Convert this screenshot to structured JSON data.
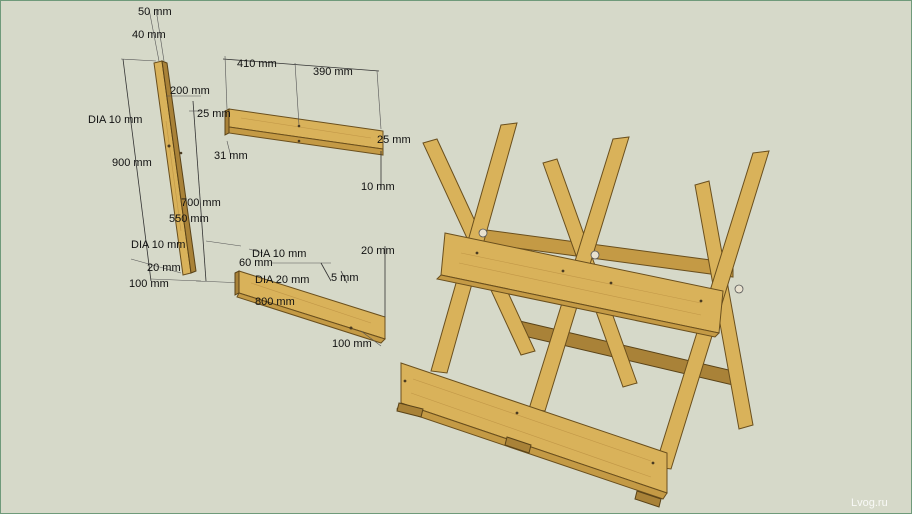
{
  "labels": {
    "d50": "50 mm",
    "d40": "40 mm",
    "d200": "200 mm",
    "d25a": "25 mm",
    "dia10a": "DIA 10 mm",
    "d900": "900 mm",
    "d700": "700 mm",
    "d550": "550 mm",
    "dia10b": "DIA 10 mm",
    "d20a": "20 mm",
    "d100a": "100 mm",
    "d410": "410 mm",
    "d390": "390 mm",
    "d31": "31 mm",
    "d25b": "25 mm",
    "d10": "10 mm",
    "dia10c": "DIA 10 mm",
    "d60": "60 mm",
    "dia20": "DIA 20 mm",
    "d5": "5 mm",
    "d20b": "20 mm",
    "d800": "800 mm",
    "d100b": "100 mm"
  },
  "watermark": "Lvog.ru",
  "colors": {
    "background": "#d6d9c9",
    "wood_light": "#d9b25a",
    "wood_mid": "#c49a45",
    "wood_dark": "#a98238"
  }
}
